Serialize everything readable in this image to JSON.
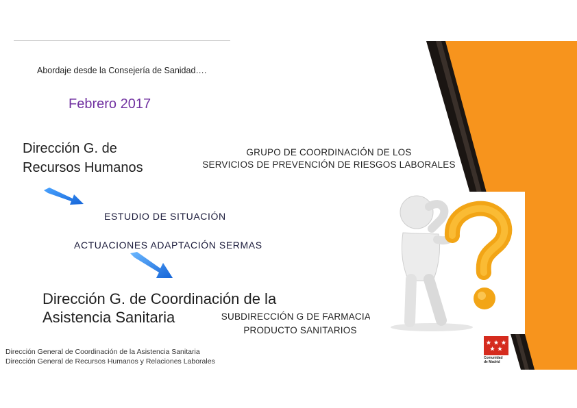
{
  "header": {
    "subtitle": "Abordaje desde la Consejería de Sanidad….",
    "date": "Febrero 2017"
  },
  "left_org": {
    "line1": "Dirección G. de",
    "line2": "Recursos Humanos"
  },
  "group": {
    "line1": "GRUPO DE COORDINACIÓN DE LOS",
    "line2": "SERVICIOS DE PREVENCIÓN DE RIESGOS LABORALES"
  },
  "steps": {
    "estudio": "ESTUDIO DE SITUACIÓN",
    "actuaciones": "ACTUACIONES ADAPTACIÓN SERMAS"
  },
  "coord_org": {
    "line1": "Dirección G. de Coordinación de la",
    "line2": "Asistencia Sanitaria"
  },
  "subdireccion": {
    "line1": "SUBDIRECCIÓN G DE FARMACIA Y",
    "line2": "PRODUCTO SANITARIOS"
  },
  "footer": {
    "line1": "Dirección General de Coordinación de la Asistencia Sanitaria",
    "line2": "Dirección General de Recursos Humanos y Relaciones Laborales"
  },
  "logo": {
    "text1": "Comunidad",
    "text2": "de Madrid"
  },
  "colors": {
    "accent_orange": "#f7941d",
    "purple": "#7030a0",
    "arrow_blue": "#1e90ff",
    "logo_red": "#d52b1e"
  }
}
